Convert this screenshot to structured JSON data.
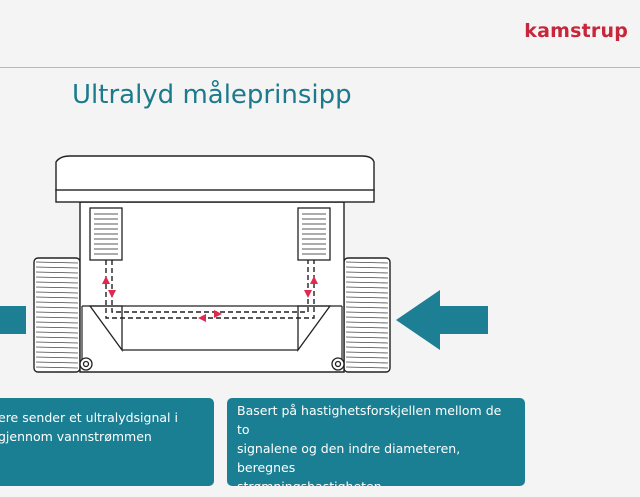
{
  "brand": {
    "logo_text": "kamstrup",
    "logo_color": "#c7263b"
  },
  "slide": {
    "title": "Ultralyd måleprinsipp",
    "title_color": "#1d7a8c"
  },
  "colors": {
    "accent_teal": "#1d7f93",
    "signal_red": "#e0294c",
    "line_dark": "#222222",
    "box_fill": "#1b7f93"
  },
  "diagram": {
    "icon": "ultrasonic-flow-meter-diagram",
    "flow_arrows": [
      "flow-arrow-left",
      "flow-arrow-right"
    ]
  },
  "info_boxes": {
    "left": {
      "lines": [
        "ere sender et ultralydsignal i",
        "gjennom vannstrømmen"
      ]
    },
    "right": {
      "lines": [
        "Basert på hastighetsforskjellen mellom de to",
        "signalene og den indre diameteren, beregnes",
        "strømningshastigheten"
      ]
    }
  }
}
